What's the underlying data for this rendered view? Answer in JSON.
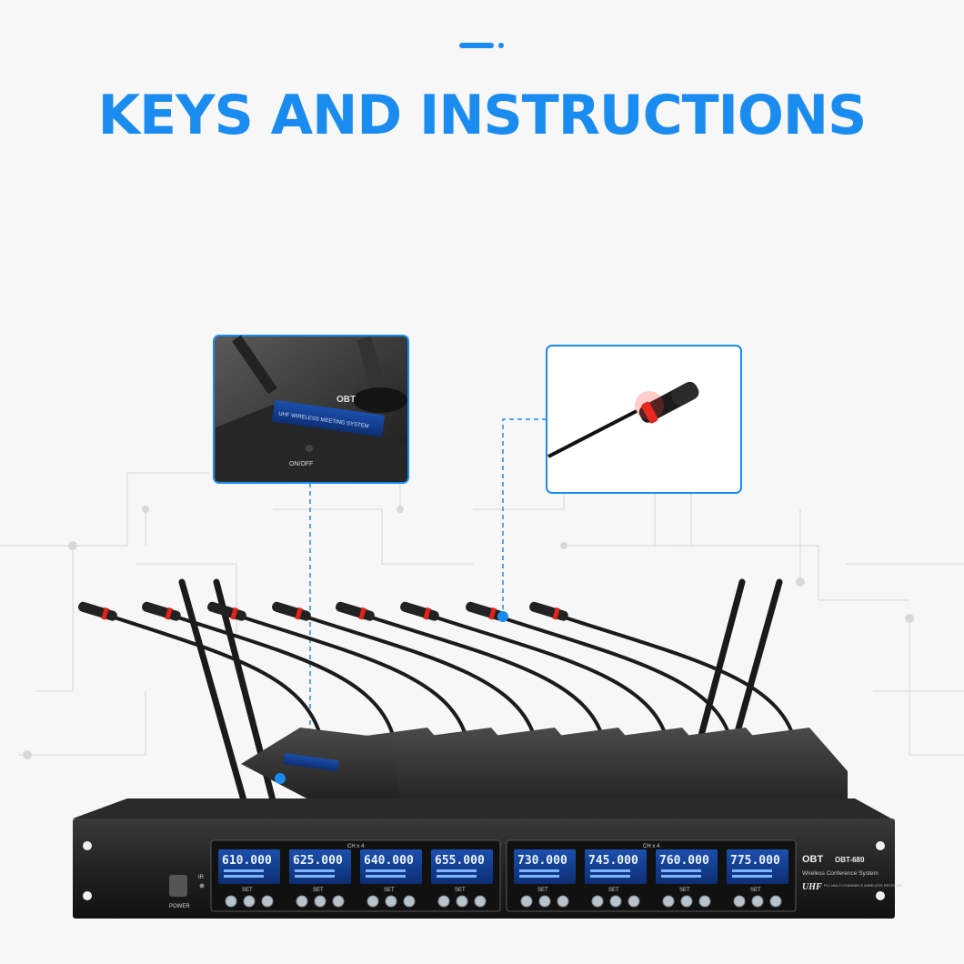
{
  "heading": {
    "title": "KEYS AND INSTRUCTIONS"
  },
  "receiver": {
    "brand": "OBT",
    "model": "OBT-680",
    "subtitle": "Wireless Conference System",
    "band": "UHF",
    "band_note": "PLL MULTI-CHANNELS WIRELESS RECEIVER",
    "group_label_left": "CH x 4",
    "group_label_right": "CH x 4",
    "power_label": "POWER",
    "ir_label": "IR",
    "set_label": "SET",
    "channels": [
      "610.000",
      "625.000",
      "640.000",
      "655.000",
      "730.000",
      "745.000",
      "760.000",
      "775.000"
    ]
  },
  "callout_base": {
    "brand": "OBT",
    "lcd_text": "UHF WIRELESS MEETING SYSTEM",
    "button_label": "ON/OFF"
  },
  "colors": {
    "accent": "#1a8cf0",
    "mic_ring": "#e2231a",
    "lcd": "#2d5fc9"
  }
}
